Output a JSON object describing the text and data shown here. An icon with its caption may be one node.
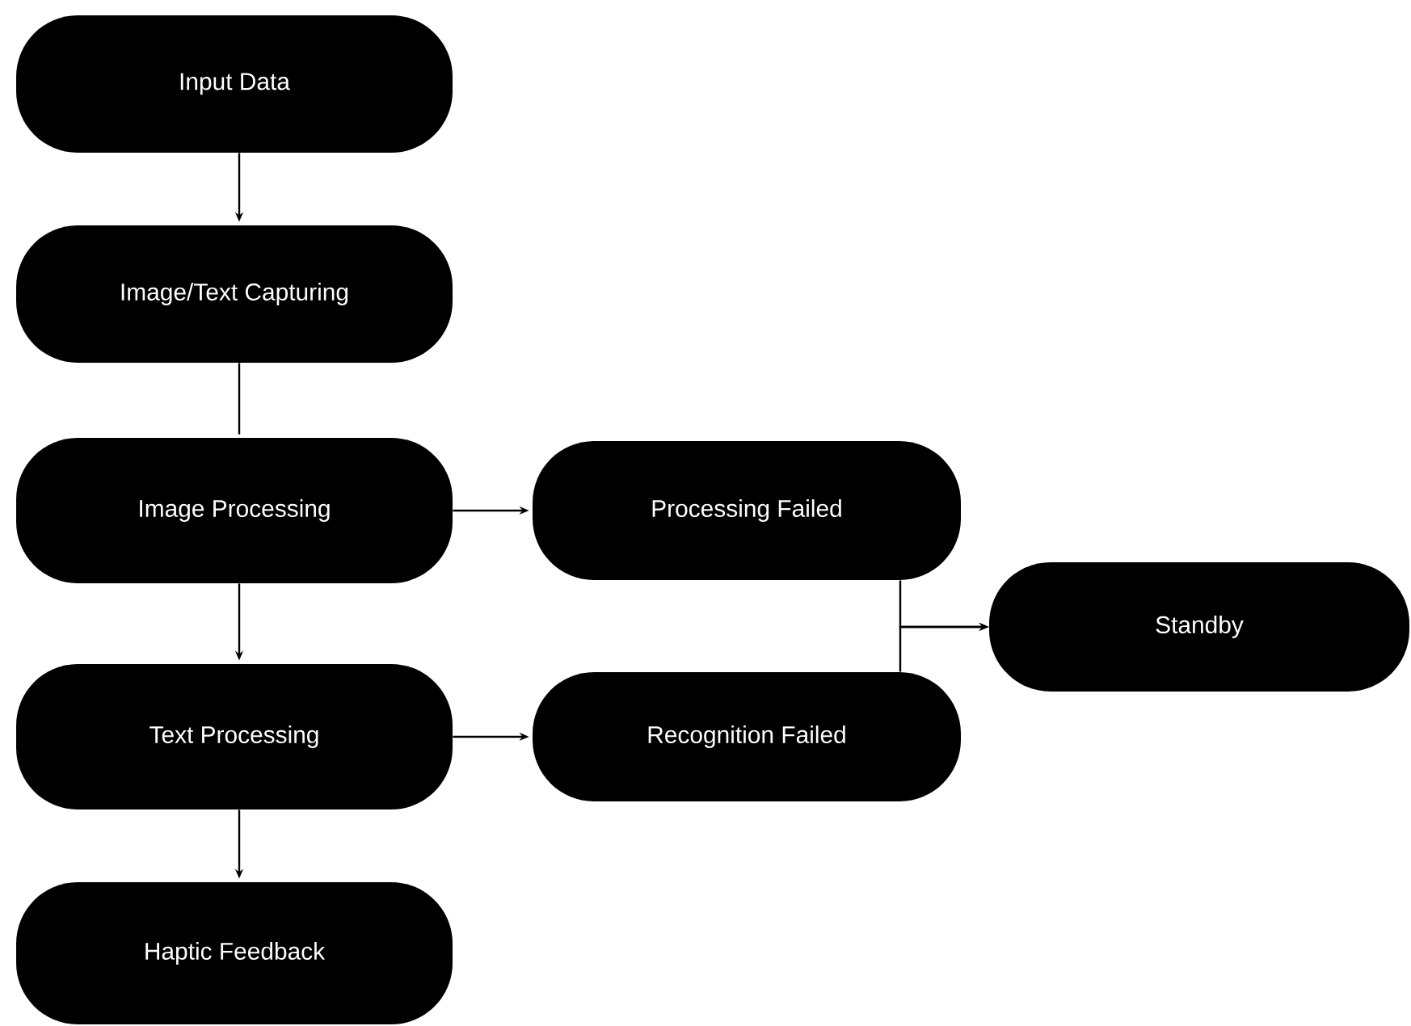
{
  "diagram": {
    "nodes": [
      {
        "text": [
          "Input Data"
        ]
      },
      {
        "text": [
          "Image/Text Capturing"
        ]
      },
      {
        "text": [
          "Image Processing"
        ]
      },
      {
        "text": [
          "Processing Failed"
        ]
      },
      {
        "text": [
          "Standby"
        ]
      },
      {
        "text": [
          "Text Processing"
        ]
      },
      {
        "text": [
          "Recognition Failed"
        ]
      },
      {
        "text": [
          "Haptic Feedback"
        ]
      }
    ],
    "edges": [
      {
        "from": 0,
        "to": 1,
        "arrow": "to"
      },
      {
        "from": 1,
        "to": 2,
        "arrow": "none"
      },
      {
        "from": 2,
        "to": 3,
        "arrow": "to"
      },
      {
        "from": 2,
        "to": 5,
        "arrow": "to"
      },
      {
        "from": 5,
        "to": 6,
        "arrow": "to"
      },
      {
        "from": 3,
        "to": 4,
        "arrow": "to"
      },
      {
        "from": 6,
        "to": 4,
        "arrow": "to"
      },
      {
        "from": 5,
        "to": 7,
        "arrow": "to"
      }
    ]
  }
}
